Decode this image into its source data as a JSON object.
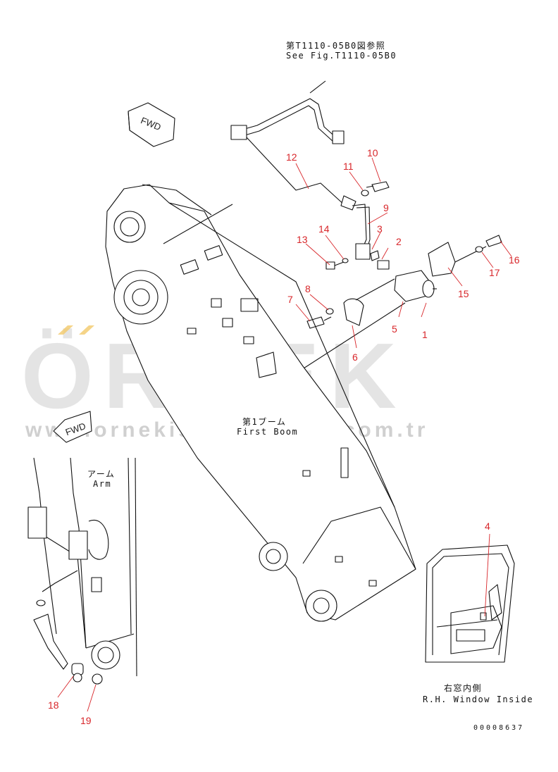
{
  "captions": {
    "ref_jp": "第T1110-05B0図参照",
    "ref_en": "See Fig.T1110-05B0",
    "boom_jp": "第1ブーム",
    "boom_en": "First Boom",
    "arm_jp": "アーム",
    "arm_en": "Arm",
    "window_jp": "右窓内側",
    "window_en": "R.H. Window Inside",
    "fig_code": "00008637"
  },
  "fwd_label": "FWD",
  "callouts": [
    "1",
    "2",
    "3",
    "4",
    "5",
    "6",
    "7",
    "8",
    "9",
    "10",
    "11",
    "12",
    "13",
    "14",
    "15",
    "16",
    "17",
    "18",
    "19"
  ],
  "watermark": {
    "logo": "ÖRNEK",
    "url": "www.ornekismakinalari.com.tr"
  },
  "colors": {
    "callout": "#d8262a",
    "line": "#111111",
    "watermark": "#aaaaaa",
    "watermark_accent": "#f2c96a"
  }
}
